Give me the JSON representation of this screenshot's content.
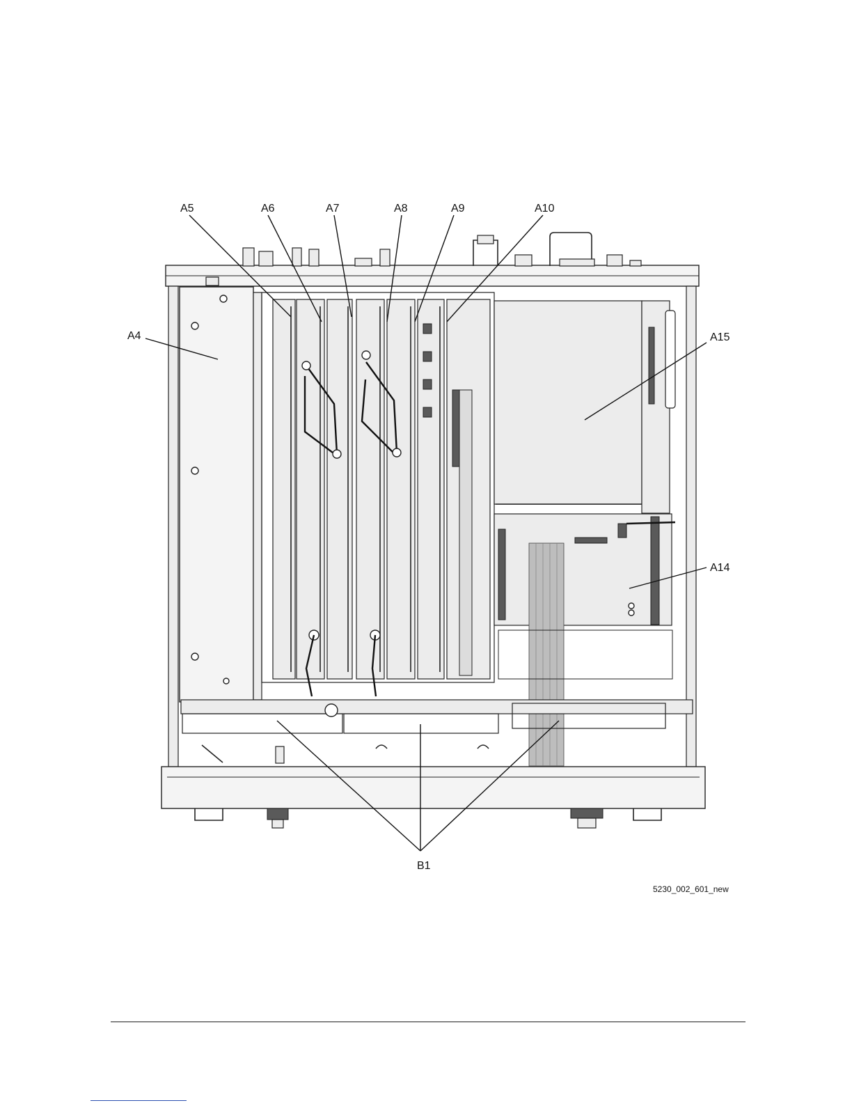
{
  "figure": {
    "labels": {
      "a4": "A4",
      "a5": "A5",
      "a6": "A6",
      "a7": "A7",
      "a8": "A8",
      "a9": "A9",
      "a10": "A10",
      "a14": "A14",
      "a15": "A15",
      "b1": "B1"
    },
    "figure_id": "5230_002_601_new"
  }
}
